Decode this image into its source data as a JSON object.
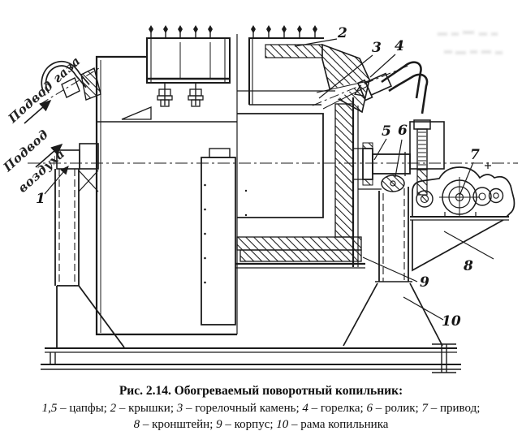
{
  "figure": {
    "callouts": [
      {
        "n": "1"
      },
      {
        "n": "2"
      },
      {
        "n": "3"
      },
      {
        "n": "4"
      },
      {
        "n": "5"
      },
      {
        "n": "6"
      },
      {
        "n": "7"
      },
      {
        "n": "8"
      },
      {
        "n": "9"
      },
      {
        "n": "10"
      }
    ],
    "annotations": {
      "gas": "Подвод газа",
      "air_line1": "Подвод",
      "air_line2": "воздуха"
    }
  },
  "caption": {
    "title": "Рис. 2.14. Обогреваемый поворотный копильник:",
    "dash": " – ",
    "separator": "; ",
    "rows": [
      {
        "suffix": ";",
        "items": [
          {
            "num": "1,5",
            "label": "цапфы"
          },
          {
            "num": "2",
            "label": "крышки"
          },
          {
            "num": "3",
            "label": "горелочный камень"
          },
          {
            "num": "4",
            "label": "горелка"
          },
          {
            "num": "6",
            "label": "ролик"
          },
          {
            "num": "7",
            "label": "привод"
          }
        ]
      },
      {
        "suffix": "",
        "items": [
          {
            "num": "8",
            "label": "кронштейн"
          },
          {
            "num": "9",
            "label": "корпус"
          },
          {
            "num": "10",
            "label": "рама копильника"
          }
        ]
      }
    ]
  },
  "colors": {
    "ink": "#1b1b1b",
    "paper": "#ffffff"
  }
}
